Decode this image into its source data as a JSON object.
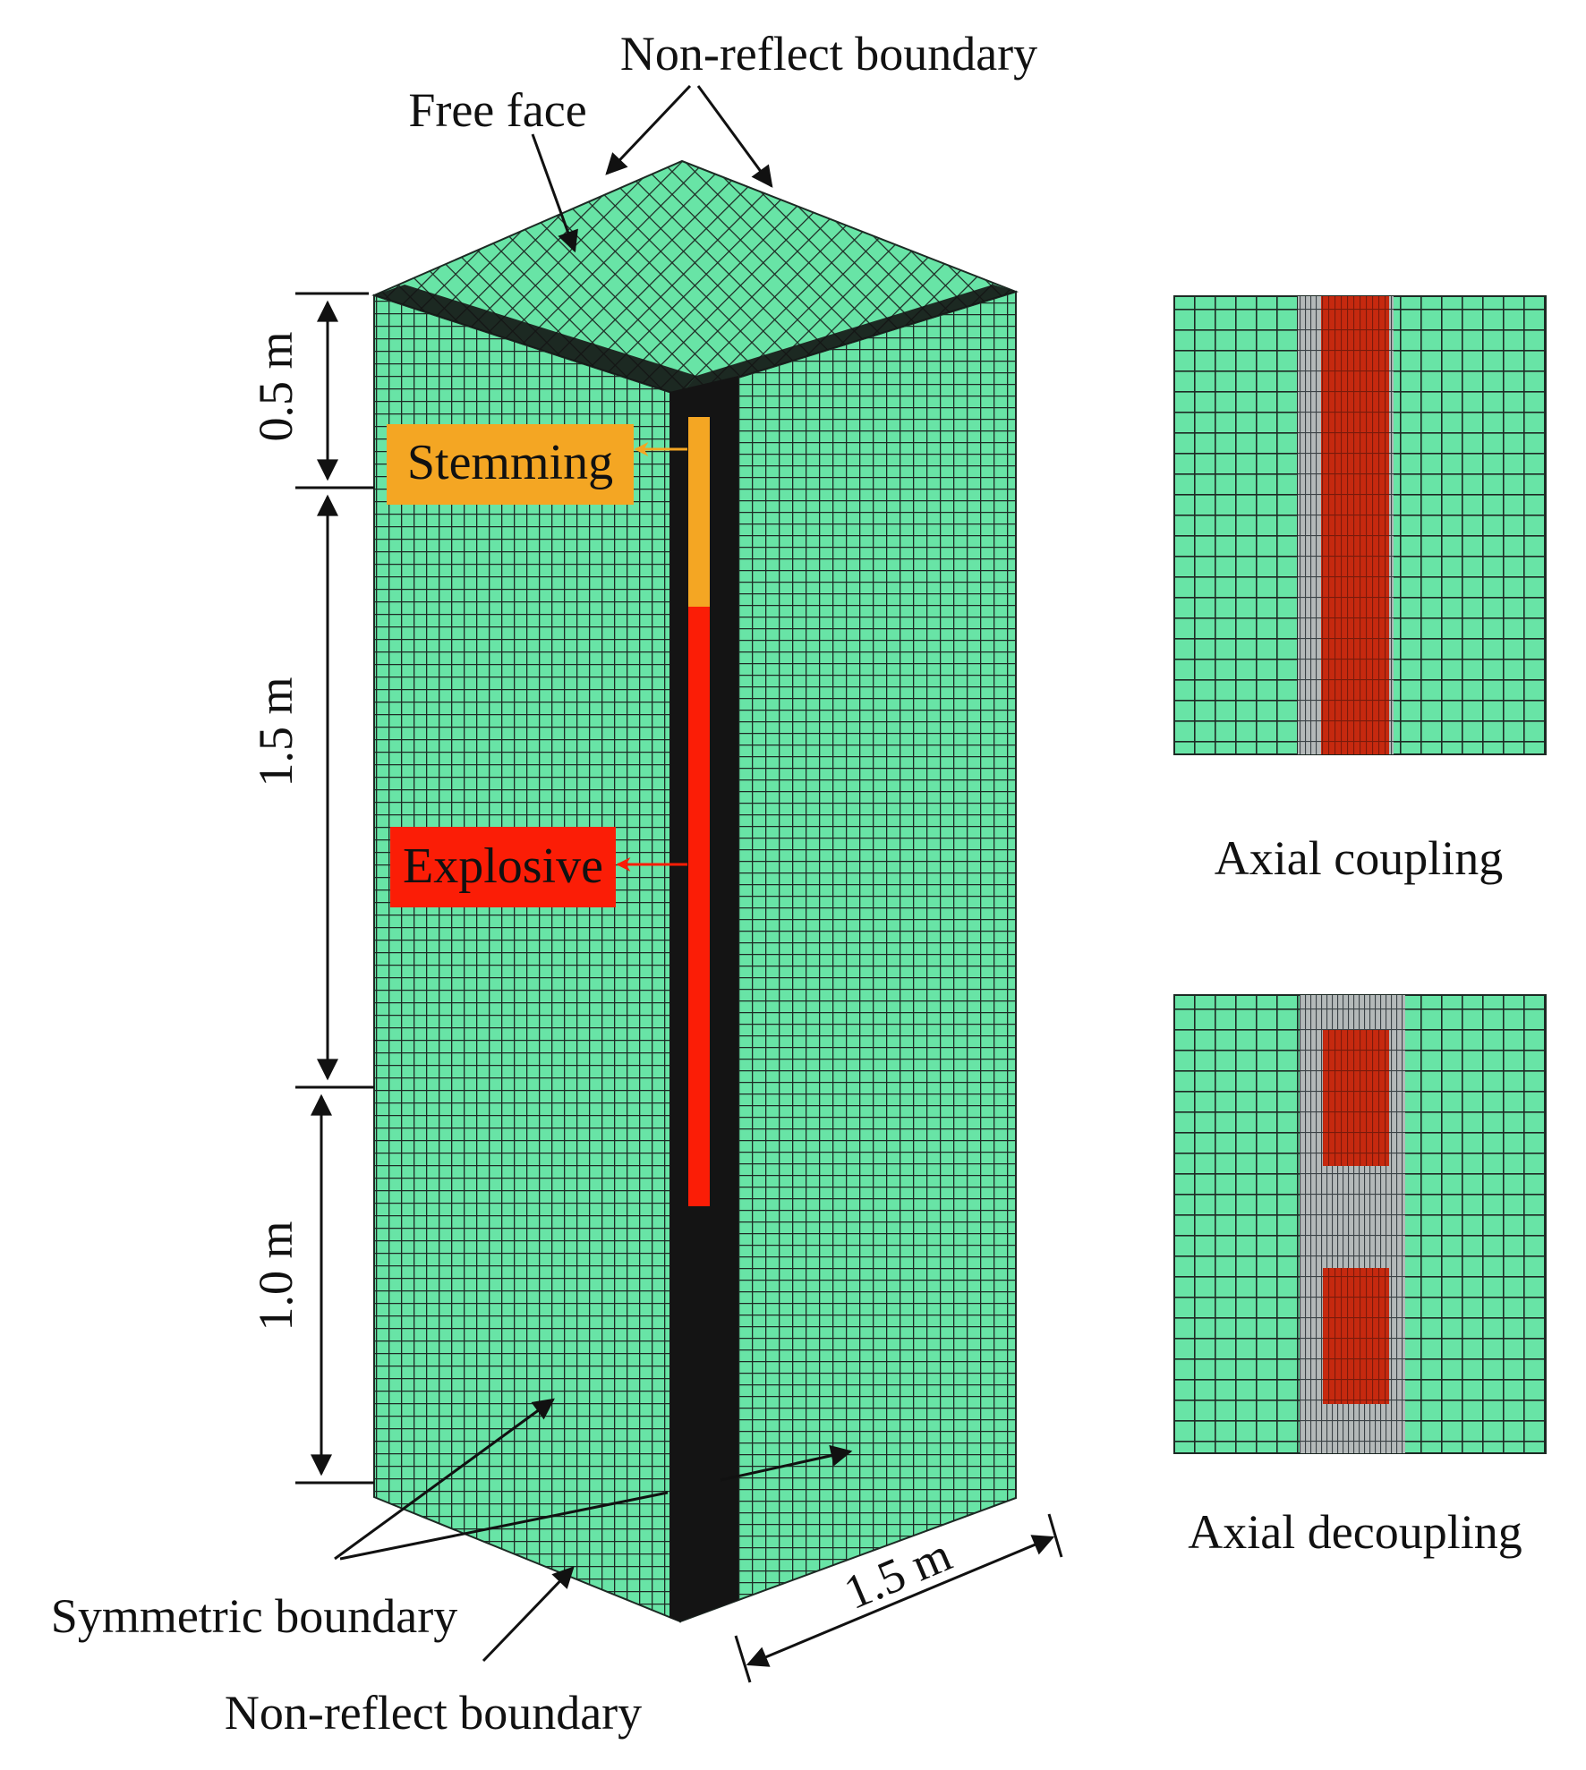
{
  "labels": {
    "non_reflect_top": "Non-reflect boundary",
    "free_face": "Free face",
    "stemming": "Stemming",
    "explosive": "Explosive",
    "symmetric_boundary": "Symmetric boundary",
    "non_reflect_bottom": "Non-reflect boundary",
    "axial_coupling": "Axial coupling",
    "axial_decoupling": "Axial decoupling"
  },
  "dimensions": {
    "top_segment": "0.5 m",
    "middle_segment": "1.5 m",
    "bottom_segment": "1.0 m",
    "width": "1.5 m"
  },
  "colors": {
    "mesh_fill": "#68e4a6",
    "mesh_line": "#1d2a24",
    "dense_core": "#141414",
    "stemming": "#f4a623",
    "explosive": "#fb1d06",
    "explosive_inset": "#c6290f",
    "air_gap": "#b4b9b9",
    "arrow": "#111111"
  }
}
